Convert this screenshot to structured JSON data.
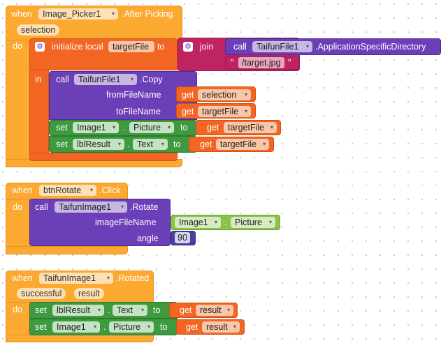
{
  "palette": {
    "event": "#fba931",
    "procedure": "#6b3fb8",
    "local": "#f26522",
    "text": "#bf2462",
    "set": "#3d9a3f",
    "get": "#f26522",
    "component": "#8ac34a",
    "number": "#4b3d9e"
  },
  "block1": {
    "when": "when",
    "component": "Image_Picker1",
    "event": ".After Picking",
    "param": "selection",
    "do": "do",
    "init": {
      "label": "initialize local",
      "var": "targetFile",
      "to": "to",
      "in": "in"
    },
    "join": {
      "label": "join",
      "call": "call",
      "component": "TaifunFile1",
      "method": ".ApplicationSpecificDirectory",
      "string": "/target.jpg",
      "quote": "\""
    },
    "copy": {
      "call": "call",
      "component": "TaifunFile1",
      "method": ".Copy",
      "arg1": "fromFileName",
      "arg2": "toFileName",
      "get": "get",
      "val1": "selection",
      "val2": "targetFile"
    },
    "set1": {
      "set": "set",
      "component": "Image1",
      "prop": "Picture",
      "to": "to",
      "get": "get",
      "val": "targetFile"
    },
    "set2": {
      "set": "set",
      "component": "lblResult",
      "prop": "Text",
      "to": "to",
      "get": "get",
      "val": "targetFile"
    }
  },
  "block2": {
    "when": "when",
    "component": "btnRotate",
    "event": ".Click",
    "do": "do",
    "call": {
      "call": "call",
      "component": "TaifunImage1",
      "method": ".Rotate",
      "arg1": "imageFileName",
      "arg2": "angle",
      "comp": "Image1",
      "prop": "Picture",
      "angle": "90"
    }
  },
  "block3": {
    "when": "when",
    "component": "TaifunImage1",
    "event": ".Rotated",
    "param1": "successful",
    "param2": "result",
    "do": "do",
    "set1": {
      "set": "set",
      "component": "lblResult",
      "prop": "Text",
      "to": "to",
      "get": "get",
      "val": "result"
    },
    "set2": {
      "set": "set",
      "component": "Image1",
      "prop": "Picture",
      "to": "to",
      "get": "get",
      "val": "result"
    }
  },
  "icons": {
    "dropdown": "▾",
    "gear": "⚙",
    "dot": "."
  }
}
